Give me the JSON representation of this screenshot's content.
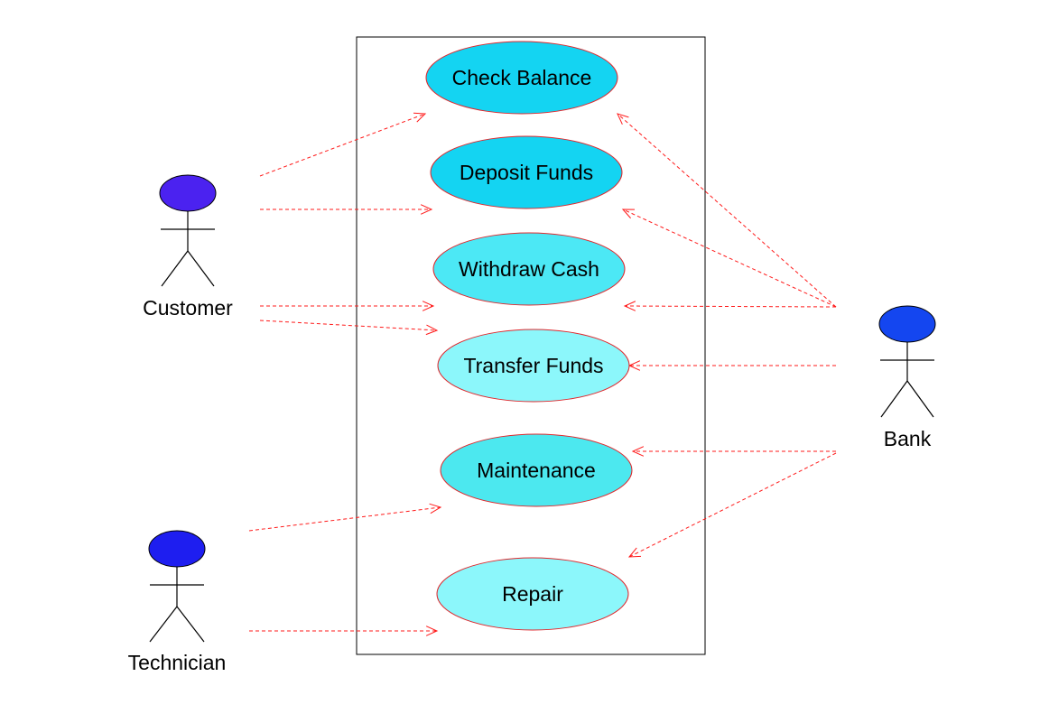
{
  "use_cases": [
    {
      "id": "check-balance",
      "label": "Check Balance",
      "fill": "#14d4f2"
    },
    {
      "id": "deposit-funds",
      "label": "Deposit Funds",
      "fill": "#14d4f2"
    },
    {
      "id": "withdraw-cash",
      "label": "Withdraw Cash",
      "fill": "#4ce8f5"
    },
    {
      "id": "transfer-funds",
      "label": "Transfer Funds",
      "fill": "#8cf7fb"
    },
    {
      "id": "maintenance",
      "label": "Maintenance",
      "fill": "#4ce8ef"
    },
    {
      "id": "repair",
      "label": "Repair",
      "fill": "#8cf7fb"
    }
  ],
  "actors": [
    {
      "id": "customer",
      "label": "Customer",
      "head_color": "#4b22f0"
    },
    {
      "id": "technician",
      "label": "Technician",
      "head_color": "#1e1ef0"
    },
    {
      "id": "bank",
      "label": "Bank",
      "head_color": "#1446f0"
    }
  ],
  "associations": [
    {
      "from": "customer",
      "to": "check-balance"
    },
    {
      "from": "customer",
      "to": "deposit-funds"
    },
    {
      "from": "customer",
      "to": "withdraw-cash"
    },
    {
      "from": "customer",
      "to": "transfer-funds"
    },
    {
      "from": "bank",
      "to": "check-balance"
    },
    {
      "from": "bank",
      "to": "deposit-funds"
    },
    {
      "from": "bank",
      "to": "withdraw-cash"
    },
    {
      "from": "bank",
      "to": "transfer-funds"
    },
    {
      "from": "bank",
      "to": "maintenance"
    },
    {
      "from": "bank",
      "to": "repair"
    },
    {
      "from": "technician",
      "to": "maintenance"
    },
    {
      "from": "technician",
      "to": "repair"
    }
  ],
  "colors": {
    "association_line": "#ff1a1a",
    "use_case_border": "#e0282d",
    "system_boundary": "#000000"
  }
}
